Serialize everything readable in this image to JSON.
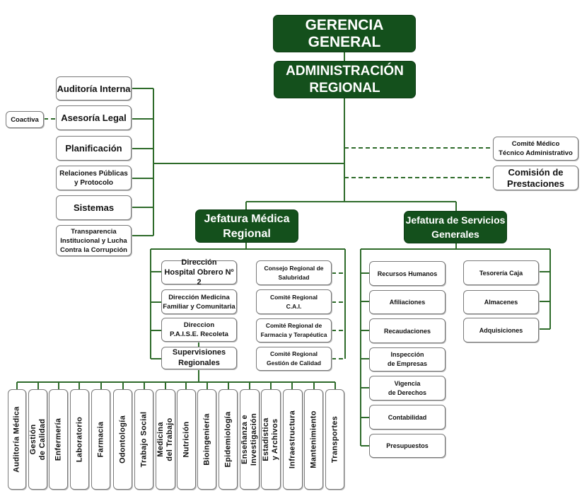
{
  "colors": {
    "primary": "#14501c",
    "line": "#2e6b2a"
  },
  "top": {
    "gerencia": "GERENCIA GENERAL",
    "administracion": "ADMINISTRACIÓN\nREGIONAL"
  },
  "staff_left": [
    "Auditoría Interna",
    "Asesoría Legal",
    "Planificación",
    "Relaciones Públicas\ny Protocolo",
    "Sistemas",
    "Transparencia\nInstitucional y Lucha\nContra la Corrupción"
  ],
  "coactiva": "Coactiva",
  "staff_right": [
    "Comité Médico\nTécnico Administrativo",
    "Comisión de\nPrestaciones"
  ],
  "jefatura_medica": {
    "title": "Jefatura Médica\nRegional",
    "direcciones": [
      "Dirección\nHospital Obrero Nº 2",
      "Dirección Medicina\nFamiliar y Comunitaria",
      "Direccion\nP.A.I.S.E. Recoleta",
      "Supervisiones\nRegionales"
    ],
    "comites": [
      "Consejo Regional de\nSalubridad",
      "Comité Regional\nC.A.I.",
      "Comité Regional de\nFarmacia y Terapéutica",
      "Comité Regional\nGestión de Calidad"
    ]
  },
  "supervisiones": [
    "Auditoría Médica",
    "Gestión\nde Calidad",
    "Enfermería",
    "Laboratorio",
    "Farmacia",
    "Odontología",
    "Trabajo Social",
    "Medicina\ndel Trabajo",
    "Nutrición",
    "Bioingeniería",
    "Epidemiología",
    "Enseñanza e\nInvestigación",
    "Estadística\ny Archivos",
    "Infraestructura",
    "Mantenimiento",
    "Transportes"
  ],
  "jefatura_servicios": {
    "title": "Jefatura  de Servicios\nGenerales",
    "left": [
      "Recursos Humanos",
      "Afiliaciones",
      "Recaudaciones",
      "Inspección\nde Empresas",
      "Vigencia\nde Derechos",
      "Contabilidad",
      "Presupuestos"
    ],
    "right": [
      "Tesorería Caja",
      "Almacenes",
      "Adquisiciones"
    ]
  }
}
